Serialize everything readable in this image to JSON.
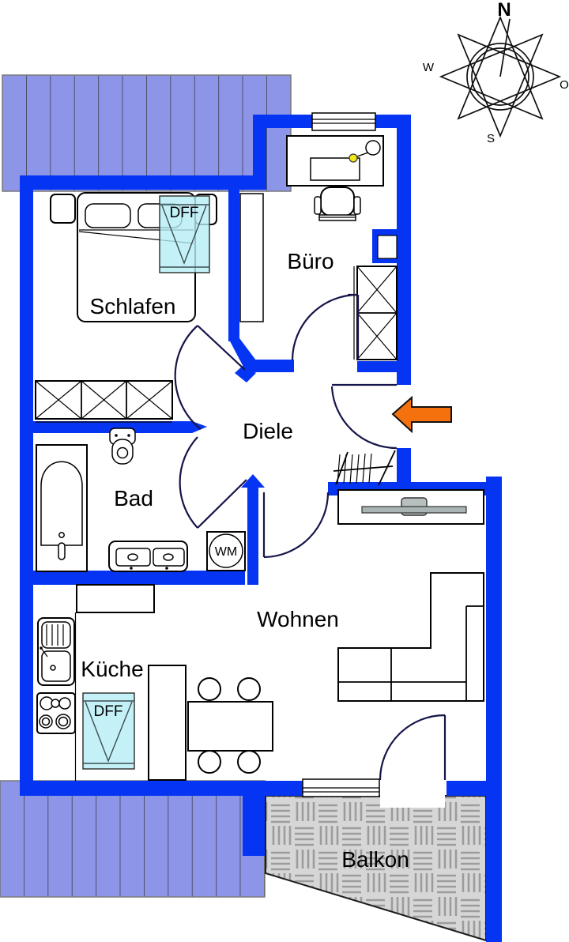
{
  "floorplan": {
    "rooms": [
      {
        "name": "bedroom",
        "label": "Schlafen"
      },
      {
        "name": "office",
        "label": "Büro"
      },
      {
        "name": "hallway",
        "label": "Diele"
      },
      {
        "name": "bathroom",
        "label": "Bad"
      },
      {
        "name": "living-room",
        "label": "Wohnen"
      },
      {
        "name": "kitchen",
        "label": "Küche"
      },
      {
        "name": "balcony",
        "label": "Balkon"
      }
    ],
    "markers": {
      "skylight": "DFF",
      "washing_machine": "WM"
    },
    "compass": {
      "north": "N",
      "east": "O",
      "south": "S",
      "west": "W"
    },
    "colors": {
      "wall": "#0535f2",
      "roof": "#8d95e8",
      "skylight": "#b5edf5",
      "balcony": "#d6d6d6",
      "arrow": "#f4710e",
      "lamp": "#f2e818"
    }
  }
}
